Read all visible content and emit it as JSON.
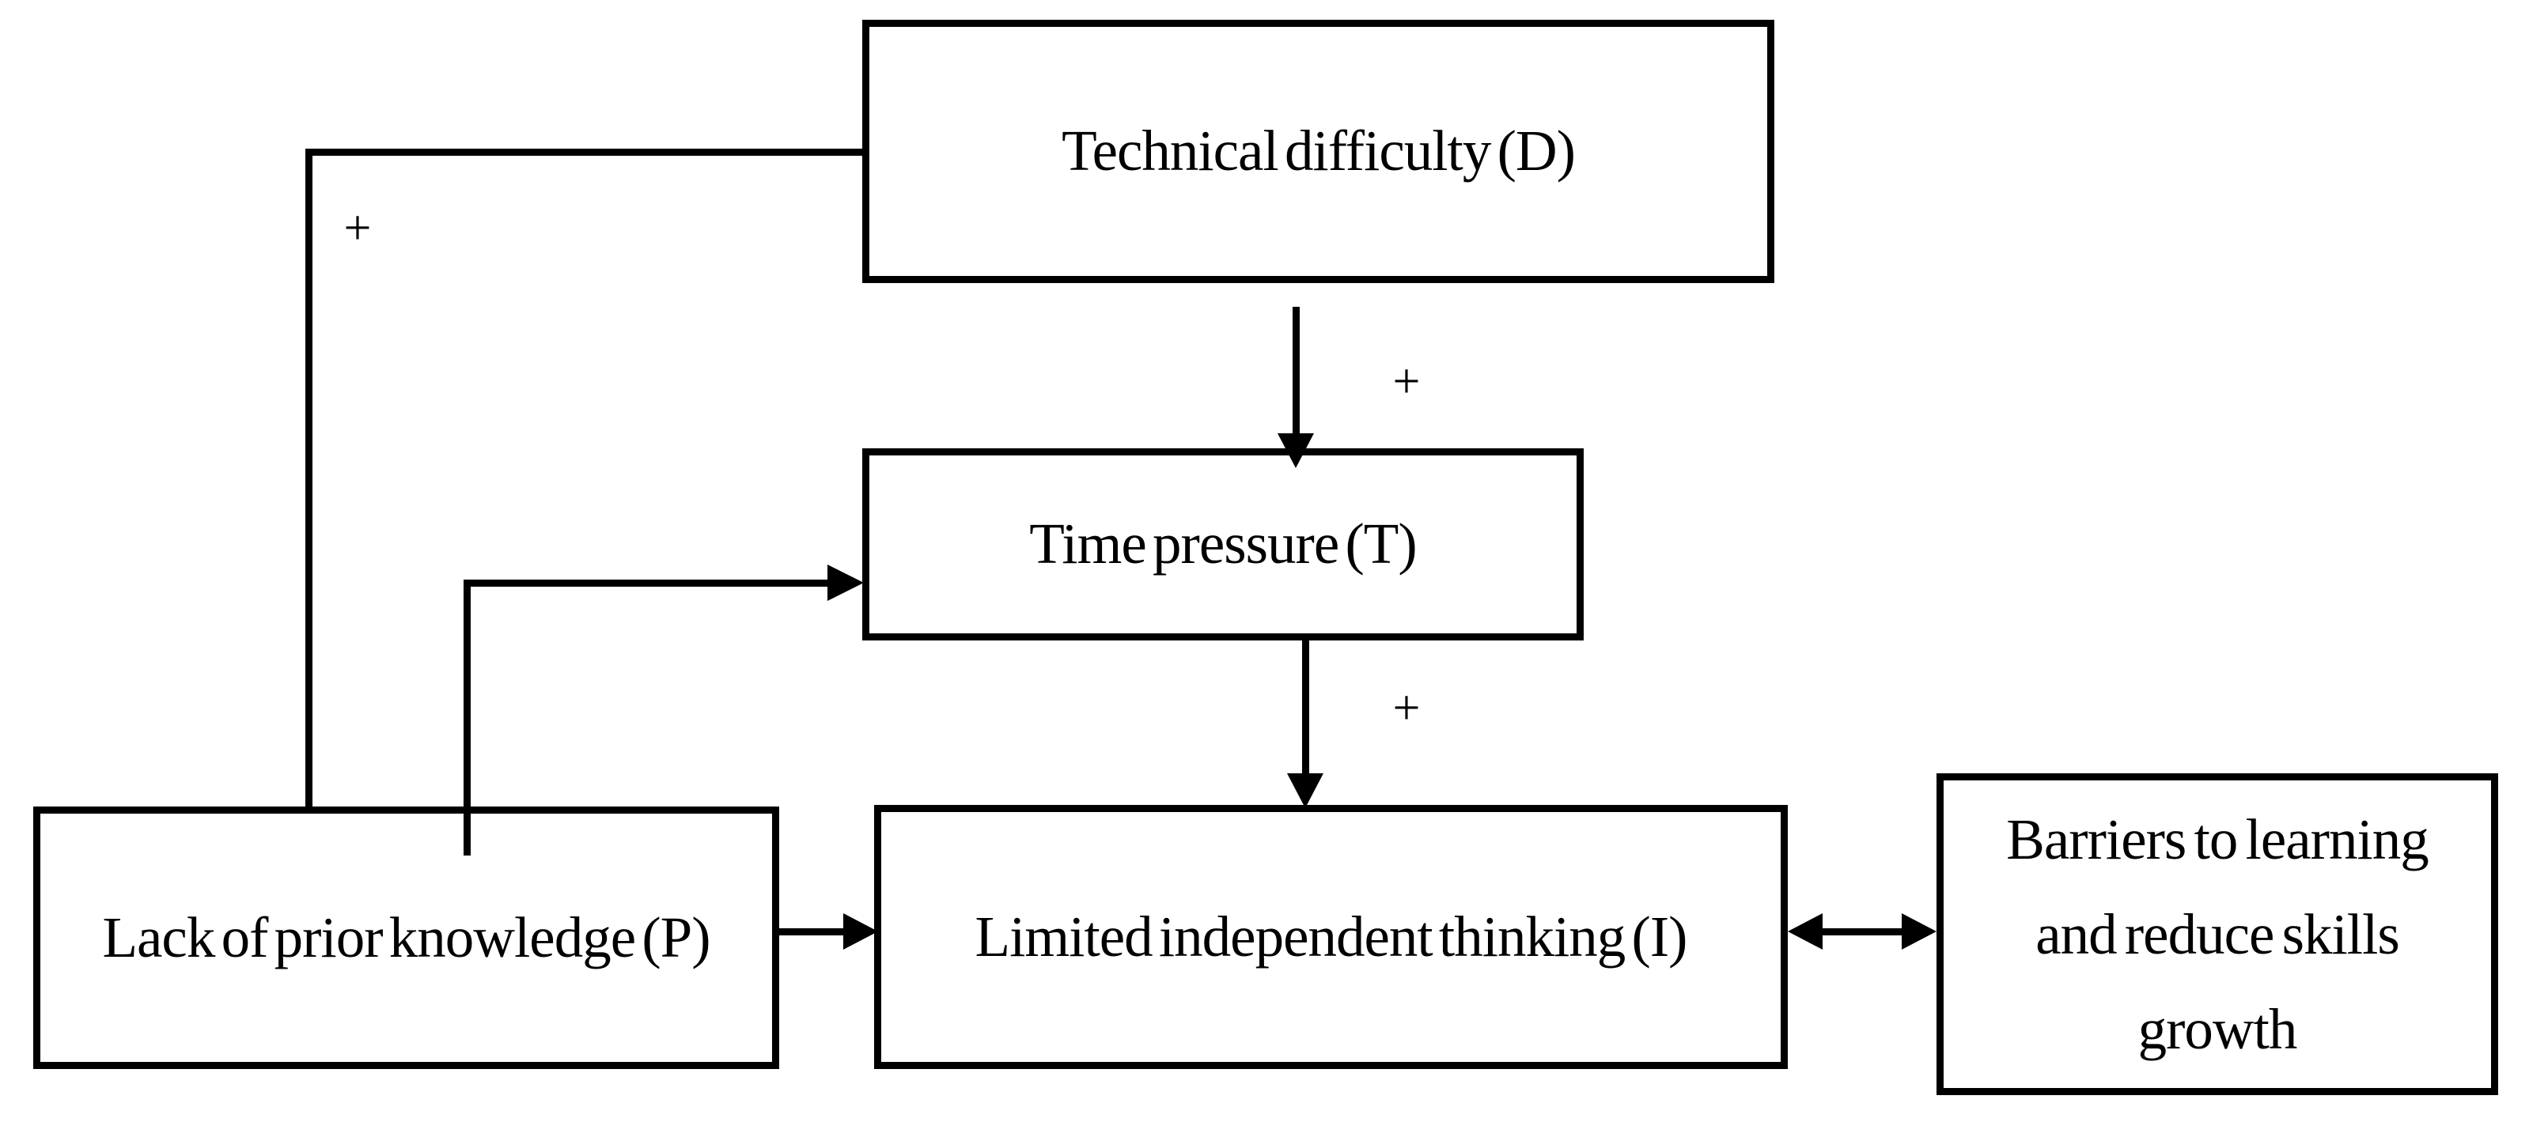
{
  "diagram": {
    "background_color": "#ffffff",
    "line_color": "#000000",
    "nodes": {
      "d": {
        "label": "Technical difficulty (D)"
      },
      "t": {
        "label": "Time pressure (T)"
      },
      "p": {
        "label": "Lack of prior knowledge (P)"
      },
      "i": {
        "label": "Limited independent thinking (I)"
      },
      "b": {
        "label": "Barriers to learning and reduce skills growth",
        "lines": [
          "Barriers to learning",
          "and reduce skills",
          "growth"
        ]
      }
    },
    "edges": {
      "d_to_p": {
        "from": "d",
        "to": "p",
        "sign": "+",
        "style": "elbow-line"
      },
      "d_to_t": {
        "from": "d",
        "to": "t",
        "sign": "+",
        "style": "arrow-down"
      },
      "p_to_t": {
        "from": "p",
        "to": "t",
        "style": "elbow-arrow-right"
      },
      "t_to_i": {
        "from": "t",
        "to": "i",
        "sign": "+",
        "style": "arrow-down"
      },
      "p_to_i": {
        "from": "p",
        "to": "i",
        "style": "arrow-right"
      },
      "i_to_b": {
        "from": "i",
        "to": "b",
        "style": "double-arrow"
      }
    }
  }
}
